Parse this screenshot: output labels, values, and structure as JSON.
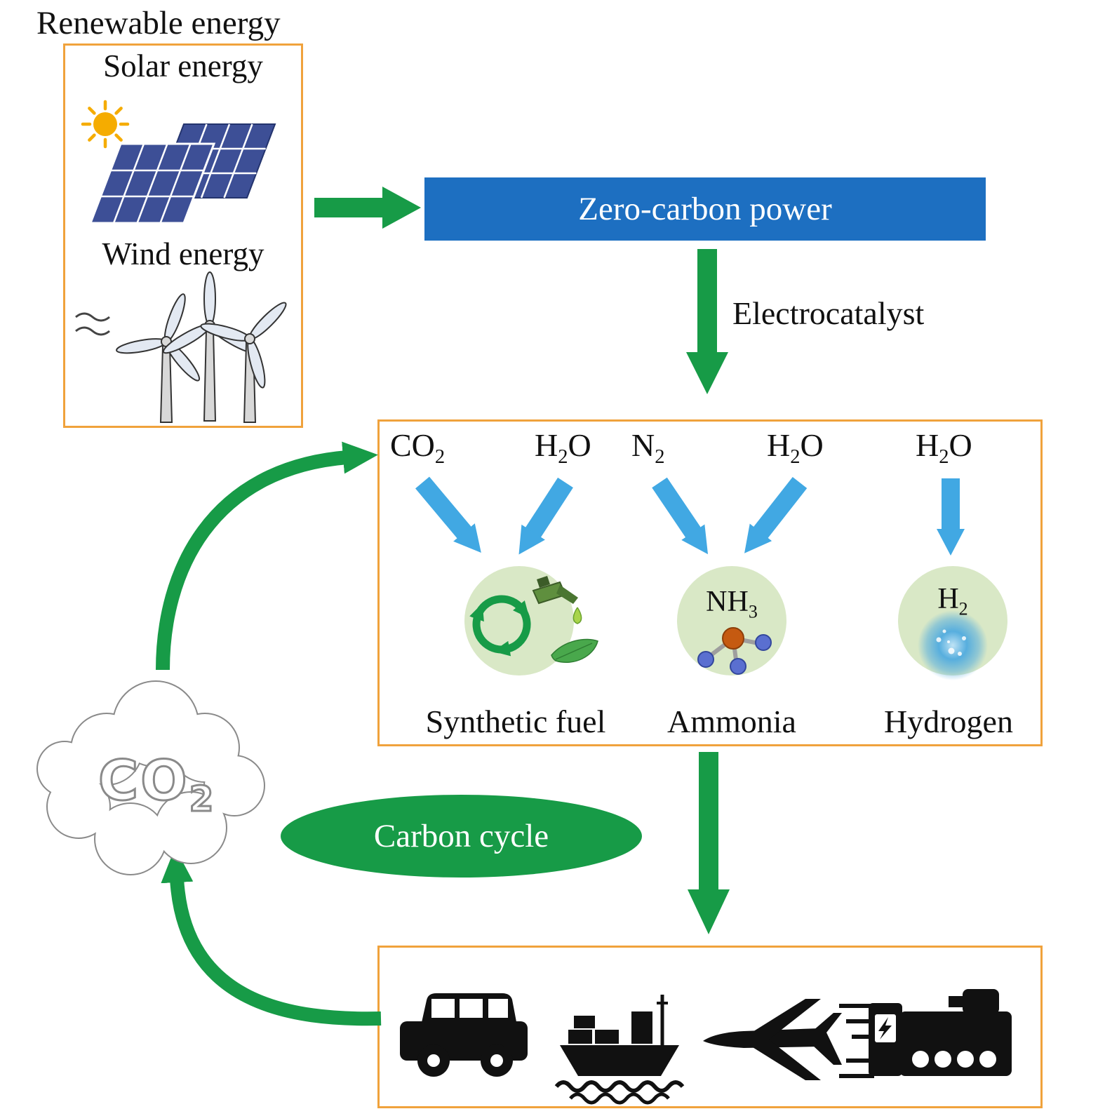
{
  "colors": {
    "green": "#179b47",
    "blue_arrow": "#41a8e3",
    "power_bar_blue": "#1d6fc1",
    "box_border_orange": "#f0a23c",
    "product_circle_green": "#d9e8c6",
    "cloud_gray": "#8a8a8a"
  },
  "renewable": {
    "title": "Renewable energy",
    "solar_label": "Solar energy",
    "wind_label": "Wind energy"
  },
  "power": {
    "label": "Zero-carbon power"
  },
  "electrocatalyst": {
    "label": "Electrocatalyst"
  },
  "products": {
    "inputs": [
      {
        "base": "CO",
        "sub": "2",
        "tail": ""
      },
      {
        "base": "H",
        "sub": "2",
        "tail": "O"
      },
      {
        "base": "N",
        "sub": "2",
        "tail": ""
      },
      {
        "base": "H",
        "sub": "2",
        "tail": "O"
      },
      {
        "base": "H",
        "sub": "2",
        "tail": "O"
      }
    ],
    "items": [
      {
        "symbol_base": "",
        "symbol_sub": "",
        "label": "Synthetic fuel"
      },
      {
        "symbol_base": "NH",
        "symbol_sub": "3",
        "label": "Ammonia"
      },
      {
        "symbol_base": "H",
        "symbol_sub": "2",
        "label": "Hydrogen"
      }
    ]
  },
  "carbon_cycle": {
    "label": "Carbon cycle"
  },
  "co2_cloud": {
    "base": "CO",
    "sub": "2"
  }
}
